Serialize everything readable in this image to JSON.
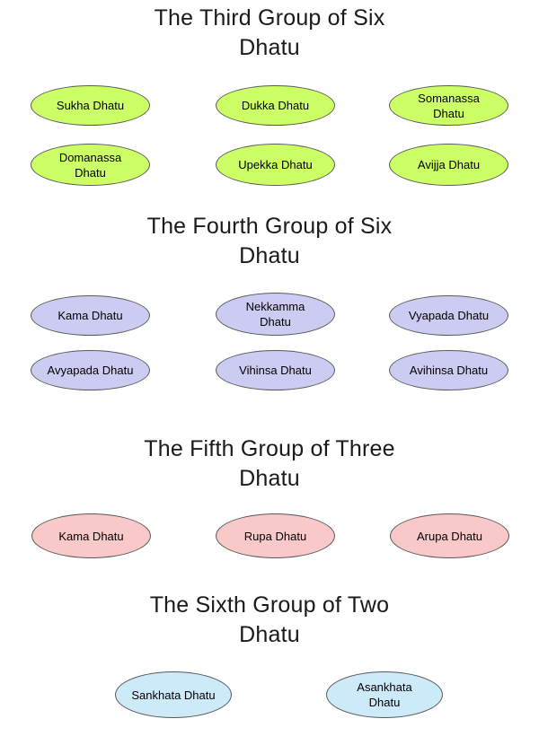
{
  "page": {
    "background": "#ffffff",
    "text_color": "#1a1a1a"
  },
  "sections": [
    {
      "title_lines": [
        "The Third Group of Six",
        "Dhatu"
      ],
      "fill": "#ccff66",
      "border": "#595959",
      "nodes": [
        {
          "label": "Sukha Dhatu"
        },
        {
          "label": "Dukka Dhatu"
        },
        {
          "label": "Somanassa\nDhatu"
        },
        {
          "label": "Domanassa\nDhatu"
        },
        {
          "label": "Upekka Dhatu"
        },
        {
          "label": "Avijja Dhatu"
        }
      ]
    },
    {
      "title_lines": [
        "The Fourth Group of Six",
        "Dhatu"
      ],
      "fill": "#ccccf2",
      "border": "#595959",
      "nodes": [
        {
          "label": "Kama Dhatu"
        },
        {
          "label": "Nekkamma\nDhatu"
        },
        {
          "label": "Vyapada Dhatu"
        },
        {
          "label": "Avyapada Dhatu"
        },
        {
          "label": "Vihinsa Dhatu"
        },
        {
          "label": "Avihinsa Dhatu"
        }
      ]
    },
    {
      "title_lines": [
        "The Fifth Group of Three",
        "Dhatu"
      ],
      "fill": "#f9c9c9",
      "border": "#595959",
      "nodes": [
        {
          "label": "Kama Dhatu"
        },
        {
          "label": "Rupa Dhatu"
        },
        {
          "label": "Arupa Dhatu"
        }
      ]
    },
    {
      "title_lines": [
        "The Sixth Group of Two",
        "Dhatu"
      ],
      "fill": "#cdeaf8",
      "border": "#595959",
      "nodes": [
        {
          "label": "Sankhata Dhatu"
        },
        {
          "label": "Asankhata\nDhatu"
        }
      ]
    }
  ]
}
